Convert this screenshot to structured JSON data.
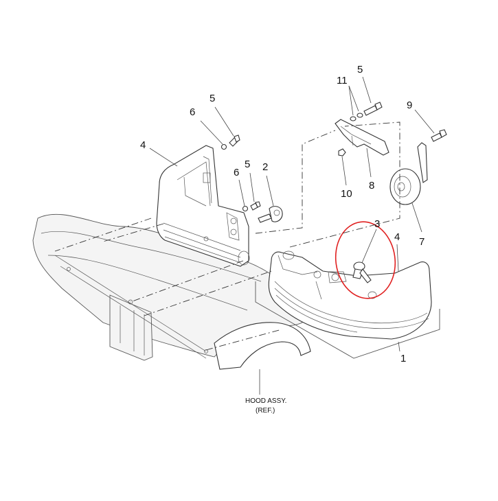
{
  "callouts": {
    "c1": "1",
    "c2": "2",
    "c3": "3",
    "c4_left": "4",
    "c4_right": "4",
    "c5_top_left": "5",
    "c5_mid": "5",
    "c5_top_right": "5",
    "c6_top": "6",
    "c6_mid": "6",
    "c7": "7",
    "c8": "8",
    "c9": "9",
    "c10": "10",
    "c11": "11"
  },
  "reference": {
    "line1": "HOOD ASSY.",
    "line2": "(REF.)"
  },
  "colors": {
    "highlight_circle": "#e02020",
    "line_art": "#333333"
  }
}
